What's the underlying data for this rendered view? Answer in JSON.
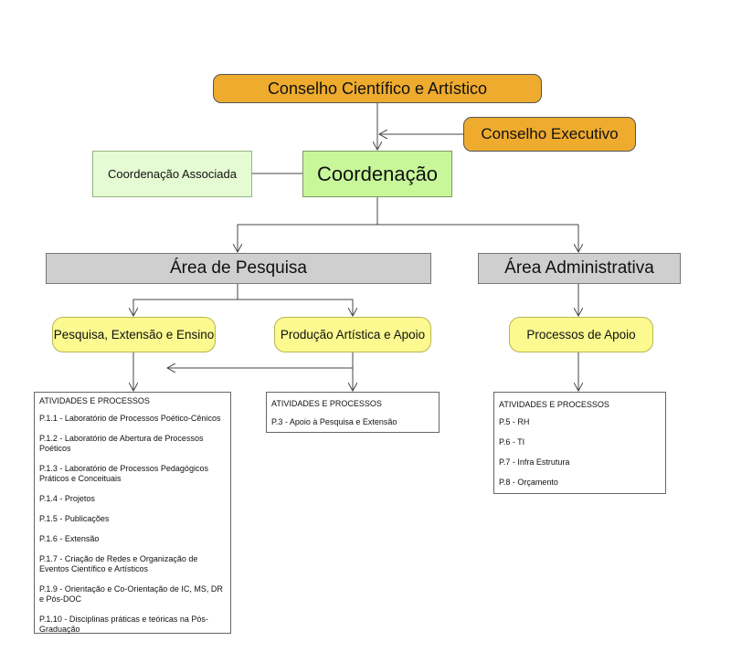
{
  "nodes": {
    "conselho_cientifico": "Conselho Científico e Artístico",
    "conselho_executivo": "Conselho Executivo",
    "coordenacao": "Coordenação",
    "coordenacao_associada": "Coordenação Associada",
    "area_pesquisa": "Área de Pesquisa",
    "area_administrativa": "Área Administrativa",
    "pesquisa_extensao_ensino": "Pesquisa, Extensão e Ensino",
    "producao_artistica": "Produção Artística e Apoio",
    "processos_apoio": "Processos de Apoio"
  },
  "colors": {
    "orange": "#eeab2e",
    "green": "#c8f79a",
    "light_green": "#e4fbd3",
    "grey": "#cfcfcf",
    "yellow": "#fbf98f"
  },
  "panels": {
    "pesquisa": {
      "heading": "ATIVIDADES E PROCESSOS",
      "items": [
        "P.1.1 - Laboratório de Processos Poético-Cênicos",
        "P.1.2 - Laboratório de Abertura de Processos Poéticos",
        "P.1.3 - Laboratório de Processos Pedagógicos Práticos e Conceituais",
        "P.1.4 - Projetos",
        "P.1.5 - Publicações",
        "P.1.6 - Extensão",
        "P.1.7 - Criação de Redes e Organização de Eventos Científico e Artísticos",
        "P.1.9 - Orientação e Co-Orientação de IC, MS, DR e Pós-DOC",
        "P.1.10 - Disciplinas práticas e teóricas na Pós-Graduação"
      ]
    },
    "producao": {
      "heading": "ATIVIDADES E PROCESSOS",
      "items": [
        "P.3 - Apoio à Pesquisa e Extensão"
      ]
    },
    "apoio": {
      "heading": "ATIVIDADES E PROCESSOS",
      "items": [
        "P.5 - RH",
        "P.6 - TI",
        "P.7 - Infra Estrutura",
        "P.8 - Orçamento"
      ]
    }
  }
}
